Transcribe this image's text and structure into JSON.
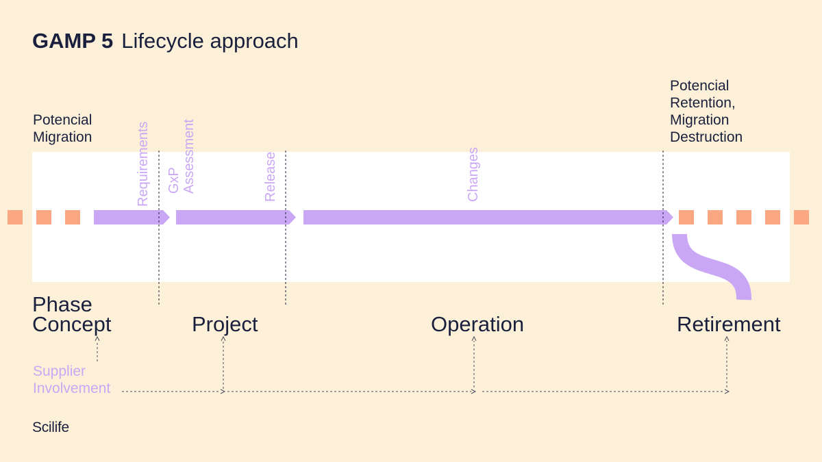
{
  "title": {
    "bold": "GAMP 5",
    "rest": "Lifecycle approach"
  },
  "notes": {
    "migration": "Potencial\nMigration",
    "retention": "Potencial\nRetention,\nMigration\nDestruction"
  },
  "milestones": {
    "requirements": "Requirements",
    "gxp": "GxP\nAssessment",
    "release": "Release",
    "changes": "Changes"
  },
  "phases": {
    "concept": "Phase\nConcept",
    "project": "Project",
    "operation": "Operation",
    "retirement": "Retirement"
  },
  "supplier": "Supplier\nInvolvement",
  "brand": "Scilife",
  "colors": {
    "background": "#fcf1d8",
    "band": "#ffffff",
    "arrow": "#c9a7f5",
    "dash": "#fba882",
    "text": "#1a1f3d",
    "accent_text": "#c9a7f5"
  }
}
